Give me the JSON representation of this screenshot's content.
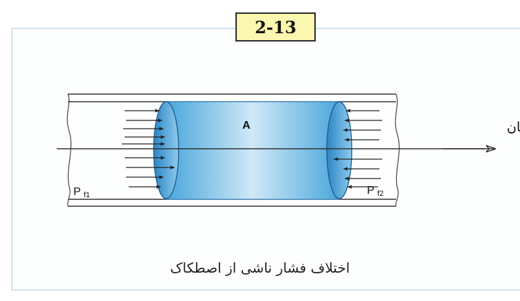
{
  "figure": {
    "number": "2-13",
    "caption": "اختلاف فشار ناشی از اصطکاک"
  },
  "diagram": {
    "element_label": "A",
    "left_pressure_label": "P",
    "left_pressure_sub": "f1",
    "right_pressure_label": "P",
    "right_pressure_sub": "f2",
    "flow_direction_label": "جهت جریان"
  },
  "colors": {
    "badge_fill": "#fbf7b0",
    "frame_border": "#cfe3f3",
    "element_fill": "#7fc1e6",
    "element_edge": "#3b87c2"
  }
}
